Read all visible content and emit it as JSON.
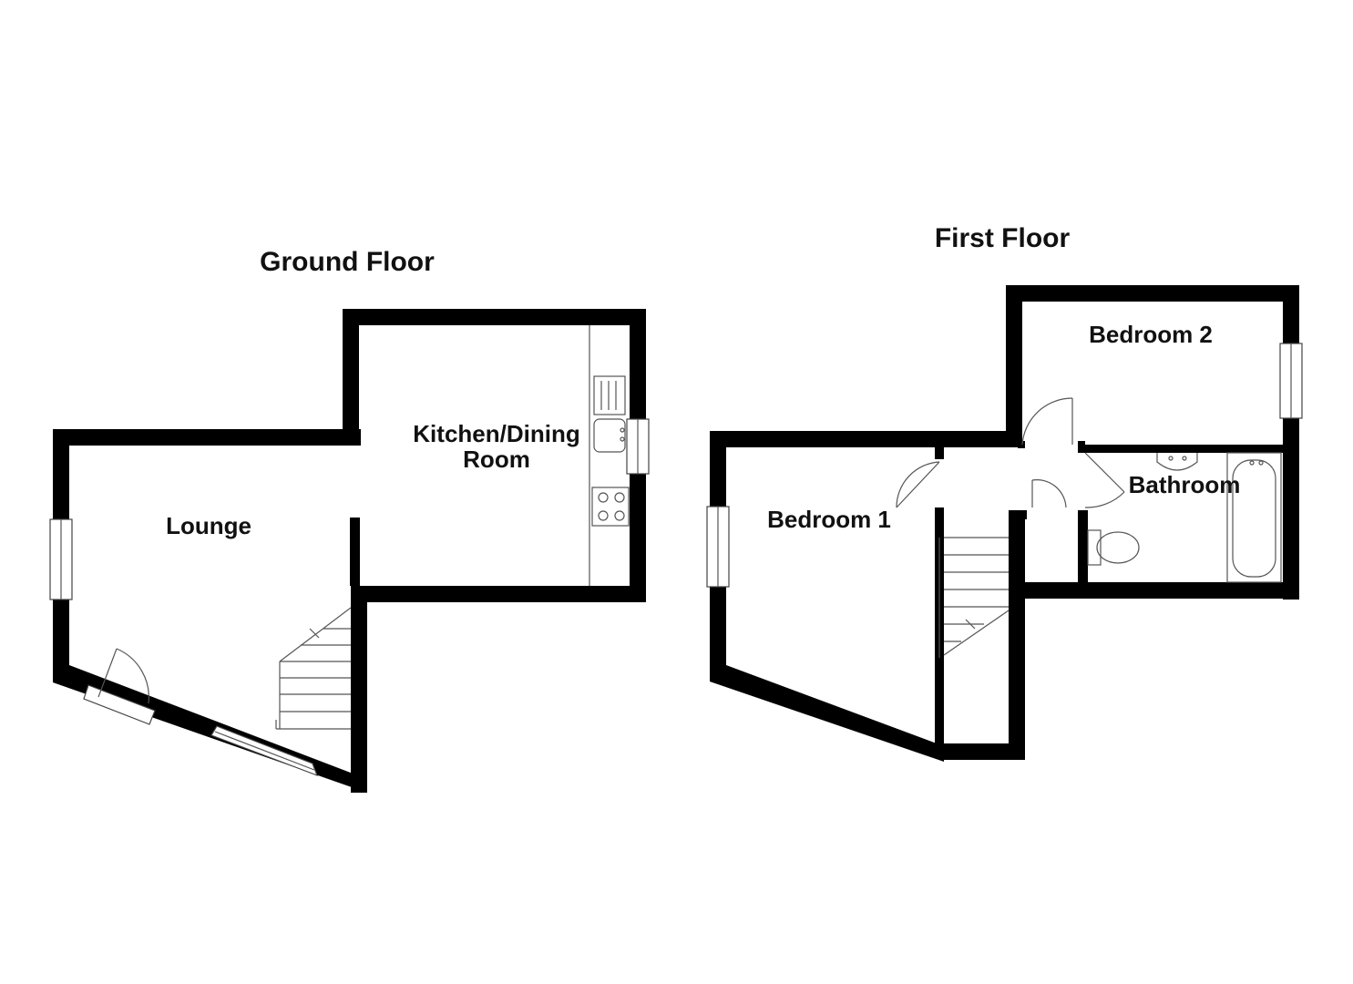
{
  "floors": {
    "ground": {
      "title": "Ground Floor",
      "rooms": {
        "lounge": "Lounge",
        "kitchen_line1": "Kitchen/Dining",
        "kitchen_line2": "Room"
      }
    },
    "first": {
      "title": "First Floor",
      "rooms": {
        "bedroom1": "Bedroom 1",
        "bedroom2": "Bedroom 2",
        "bathroom": "Bathroom"
      }
    }
  },
  "colors": {
    "wall": "#000000",
    "background": "#ffffff",
    "fixture_line": "#555555"
  }
}
